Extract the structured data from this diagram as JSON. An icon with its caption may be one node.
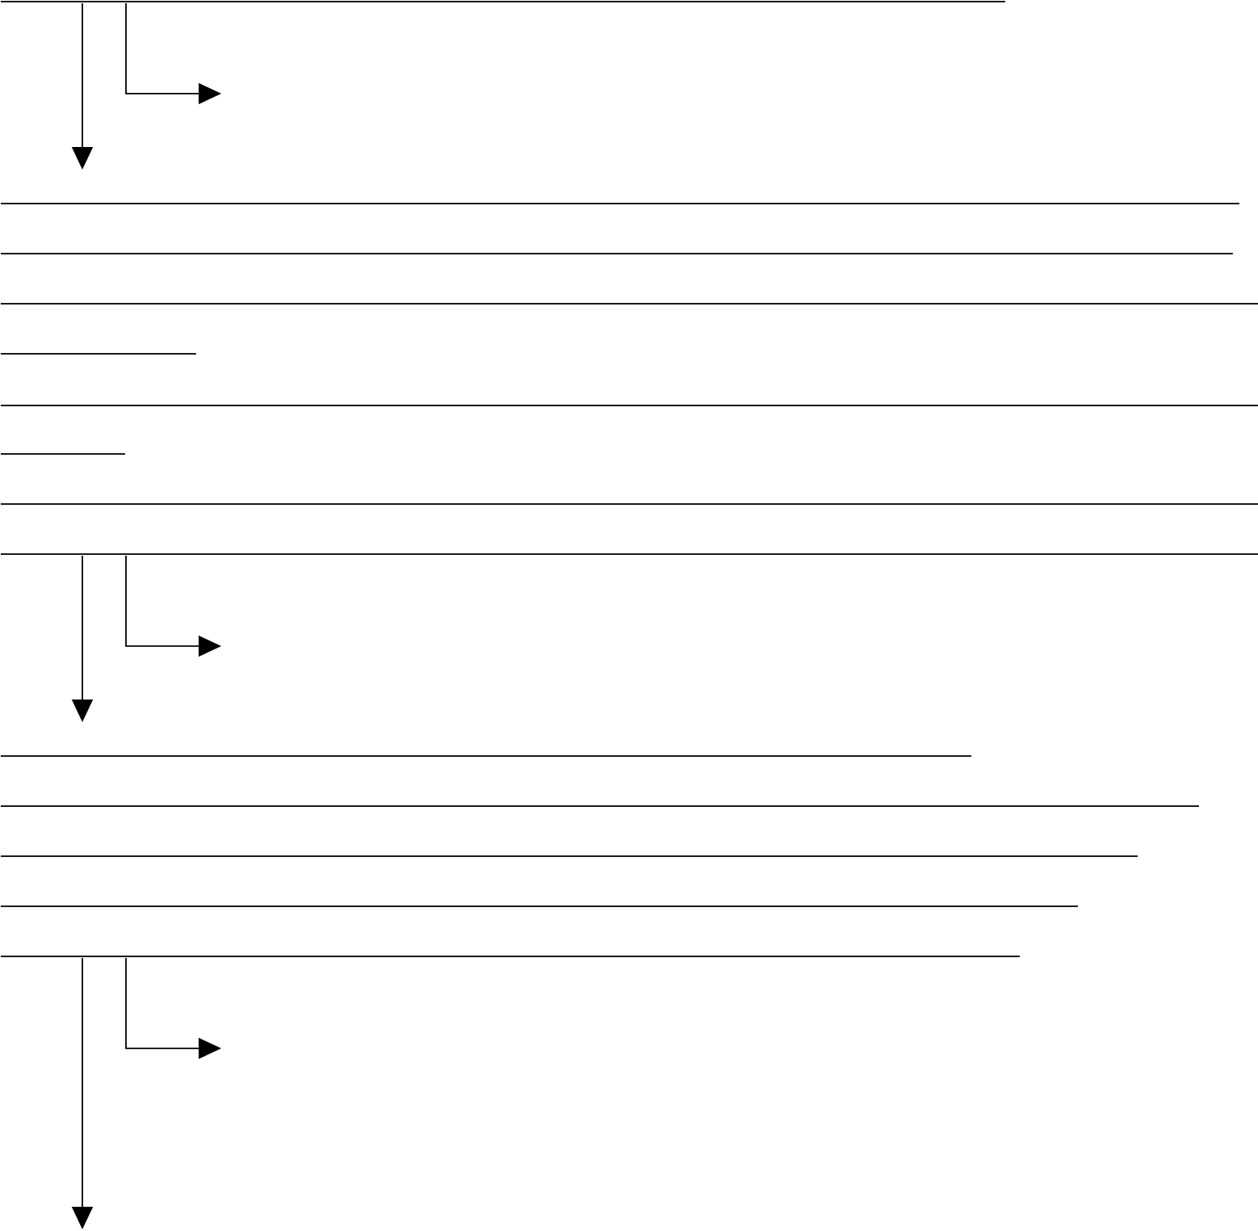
{
  "diagram": {
    "nodes": [
      {
        "text": [],
        "shape": "line"
      },
      {
        "text": [],
        "shape": "line"
      },
      {
        "text": [],
        "shape": "line"
      },
      {
        "text": [],
        "shape": "line"
      },
      {
        "text": [],
        "shape": "line"
      },
      {
        "text": [],
        "shape": "line"
      },
      {
        "text": [],
        "shape": "line"
      },
      {
        "text": [],
        "shape": "line"
      },
      {
        "text": [],
        "shape": "line"
      },
      {
        "text": [],
        "shape": "line"
      },
      {
        "text": [],
        "shape": "line"
      },
      {
        "text": [],
        "shape": "line"
      },
      {
        "text": [],
        "shape": "line"
      },
      {
        "text": [],
        "shape": "line"
      }
    ],
    "edges": [
      {
        "from": 0,
        "to": 1,
        "arrow": "to"
      },
      {
        "from": 0,
        "to": null,
        "arrow": "to"
      },
      {
        "from": 8,
        "to": 9,
        "arrow": "to"
      },
      {
        "from": 8,
        "to": null,
        "arrow": "to"
      },
      {
        "from": 13,
        "to": null,
        "arrow": "to"
      },
      {
        "from": 13,
        "to": null,
        "arrow": "to"
      }
    ]
  }
}
